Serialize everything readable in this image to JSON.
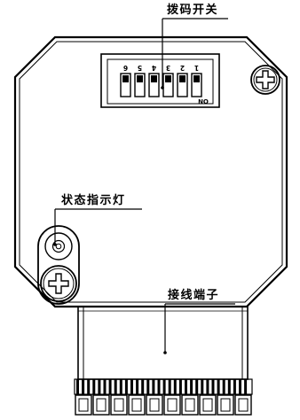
{
  "labels": {
    "dip_switch": "拨码开关",
    "status_led": "状态指示灯",
    "terminal": "接线端子"
  },
  "dip": {
    "numbers": [
      "6",
      "5",
      "4",
      "3",
      "2",
      "1"
    ],
    "on_text": "ON"
  },
  "colors": {
    "line": "#000000",
    "background": "#ffffff"
  }
}
